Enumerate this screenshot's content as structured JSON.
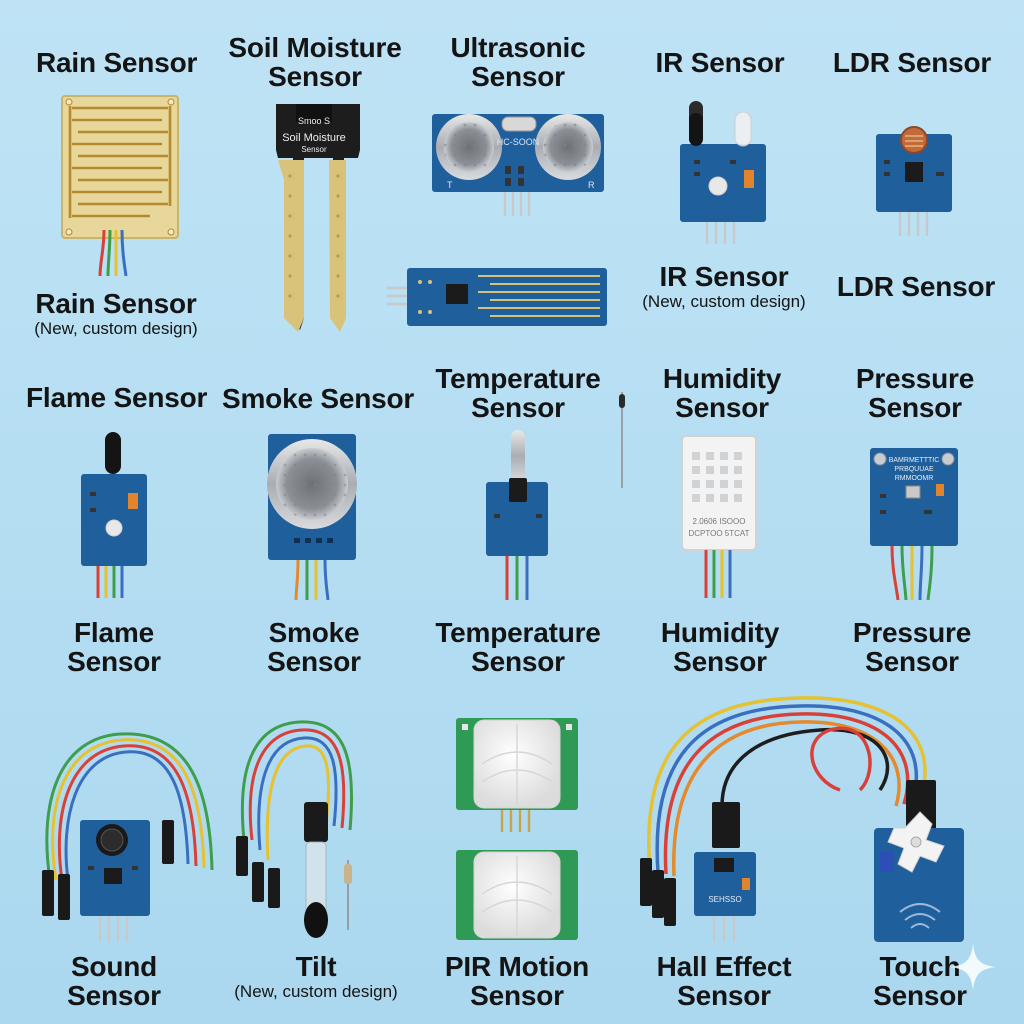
{
  "labels": {
    "rain": {
      "lines": [
        "Rain Sensor"
      ]
    },
    "soil": {
      "lines": [
        "Soil Moisture",
        "Sensor"
      ]
    },
    "ultrasonic": {
      "lines": [
        "Ultrasonic",
        "Sensor"
      ]
    },
    "ir": {
      "lines": [
        "IR Sensor"
      ]
    },
    "ldr": {
      "lines": [
        "LDR Sensor"
      ]
    },
    "rain_new": {
      "lines": [
        "Rain Sensor"
      ],
      "sub": "(New, custom design)"
    },
    "ir_new": {
      "lines": [
        "IR Sensor"
      ],
      "sub": "(New, custom design)"
    },
    "ldr_2": {
      "lines": [
        "LDR Sensor"
      ]
    },
    "flame": {
      "lines": [
        "Flame Sensor"
      ]
    },
    "smoke": {
      "lines": [
        "Smoke Sensor"
      ]
    },
    "temperature": {
      "lines": [
        "Temperature",
        "Sensor"
      ]
    },
    "humidity": {
      "lines": [
        "Humidity",
        "Sensor"
      ]
    },
    "pressure": {
      "lines": [
        "Pressure",
        "Sensor"
      ]
    },
    "flame_2": {
      "lines": [
        "Flame",
        "Sensor"
      ]
    },
    "smoke_2": {
      "lines": [
        "Smoke",
        "Sensor"
      ]
    },
    "temperature_2": {
      "lines": [
        "Temperature",
        "Sensor"
      ]
    },
    "humidity_2": {
      "lines": [
        "Humidity",
        "Sensor"
      ]
    },
    "pressure_2": {
      "lines": [
        "Pressure",
        "Sensor"
      ]
    },
    "sound": {
      "lines": [
        "Sound",
        "Sensor"
      ]
    },
    "tilt": {
      "lines": [
        "Tilt"
      ],
      "sub": "(New, custom design)"
    },
    "pir": {
      "lines": [
        "PIR Motion",
        "Sensor"
      ]
    },
    "hall": {
      "lines": [
        "Hall Effect",
        "Sensor"
      ]
    },
    "touch": {
      "lines": [
        "Touch",
        "Sensor"
      ]
    }
  },
  "board_text": {
    "soil_probe": [
      "Smoo S",
      "Soil Moisture",
      "Sensor"
    ],
    "ultrasonic_center": "HC-SOON",
    "ultrasonic_left": "T",
    "ultrasonic_right": "R",
    "pressure_chip": [
      "BAMRMETTTIC",
      "PRBQUUAE",
      "RMMOOMR"
    ],
    "humidity_case": [
      "2.0606 ISOOO",
      "DCPTOO 5TCAT"
    ],
    "hall_chip": "SEHSSO"
  },
  "colors": {
    "background": "#b8dff3",
    "pcb_blue": "#1f5f9c",
    "pcb_green": "#2f9a55",
    "gold": "#d8c27a",
    "wire_red": "#d8413a",
    "wire_yellow": "#e6c130",
    "wire_green": "#3e9e4c",
    "wire_blue": "#3a6fc0",
    "wire_orange": "#e28a2c"
  },
  "icons": [
    "sparkle-icon"
  ]
}
